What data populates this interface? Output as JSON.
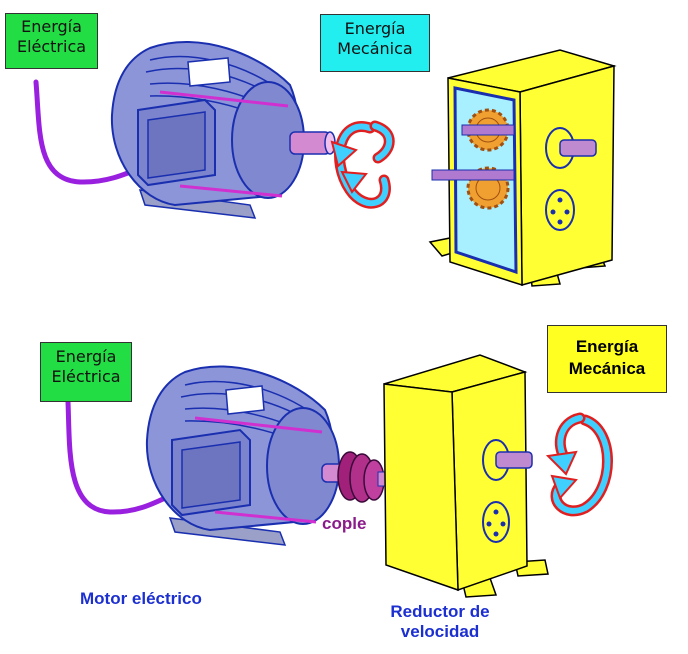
{
  "top": {
    "label_input": {
      "line1": "Energía",
      "line2": "Eléctrica"
    },
    "label_output": {
      "line1": "Energía",
      "line2": "Mecánica"
    }
  },
  "bottom": {
    "label_input": {
      "line1": "Energía",
      "line2": "Eléctrica"
    },
    "label_output": {
      "line1": "Energía",
      "line2": "Mecánica"
    },
    "coupling_label": "cople",
    "motor_caption": "Motor eléctrico",
    "reducer_caption": {
      "line1": "Reductor de",
      "line2": "velocidad"
    }
  },
  "colors": {
    "motor_body": "#8c95d8",
    "motor_outline": "#1a2fb0",
    "cable": "#9a20e0",
    "reducer_yellow": "#ffff33",
    "reducer_inside": "#a8f0ff",
    "gear": "#f0a030",
    "shaft": "#d48ad0",
    "rotation_arrow_fill": "#3fd0ff",
    "rotation_arrow_stroke": "#e02020",
    "coupling": "#a0207a"
  }
}
